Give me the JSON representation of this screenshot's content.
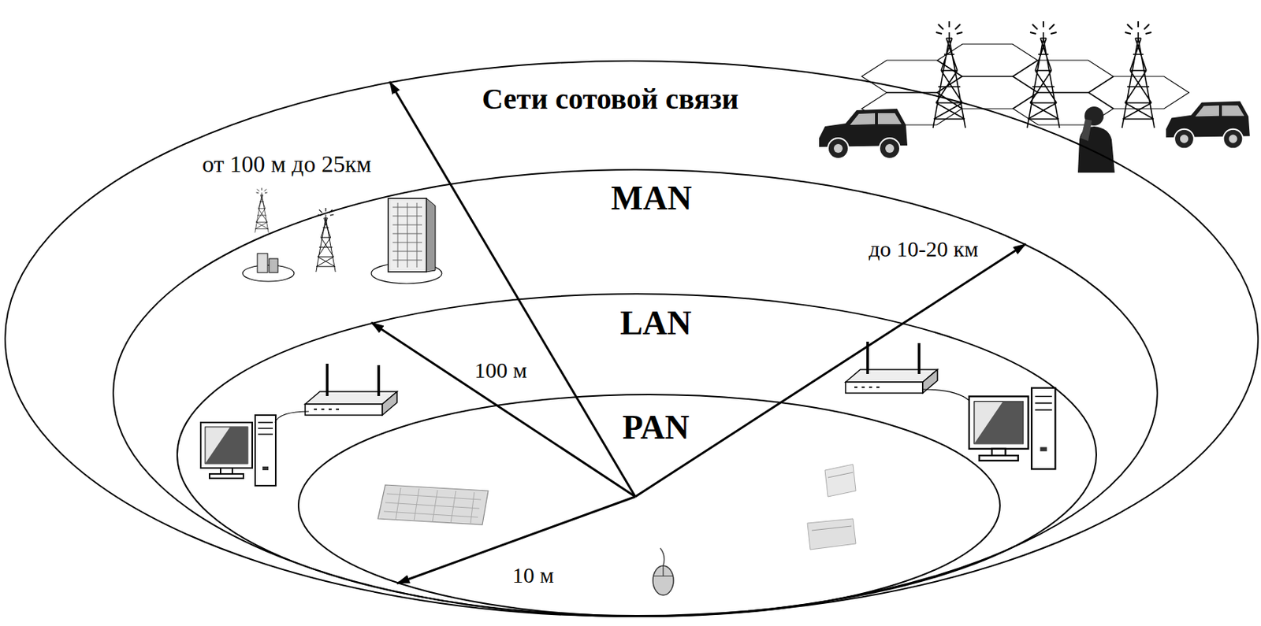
{
  "diagram": {
    "nodes": [
      {
        "text": [
          "Сети сотовой связи"
        ]
      },
      {
        "text": [
          "MAN"
        ],
        "in": 0
      },
      {
        "text": [
          "LAN"
        ],
        "in": 1
      },
      {
        "text": [
          "PAN"
        ],
        "in": 2
      }
    ],
    "labels": [
      "от 100 м до 25км",
      "до 10-20 км",
      "100 м",
      "10 м"
    ]
  }
}
